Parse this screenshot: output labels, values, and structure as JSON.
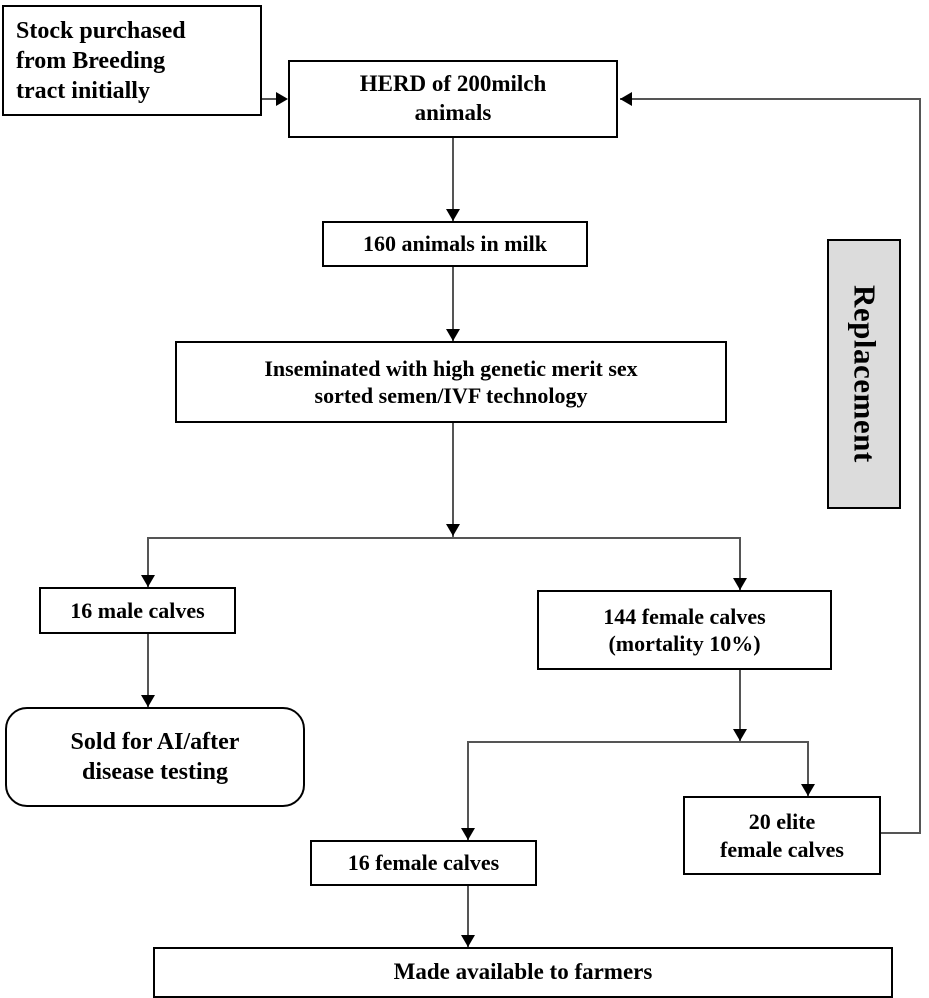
{
  "diagram": {
    "title": "Dairy herd breeding and calf distribution flowchart",
    "colors": {
      "box_border": "#000000",
      "box_fill": "#ffffff",
      "shaded_fill": "#dcdcdc",
      "connector": "#555555",
      "arrowhead": "#000000",
      "text": "#000000"
    },
    "nodes": [
      {
        "id": "stock-purchased",
        "label": "Stock purchased\nfrom Breeding\ntract initially",
        "shape": "rectangle",
        "fill": "#ffffff",
        "align": "left"
      },
      {
        "id": "herd",
        "label": "HERD of 200milch\nanimals",
        "shape": "rectangle",
        "fill": "#ffffff",
        "align": "center"
      },
      {
        "id": "animals-in-milk",
        "label": "160 animals in milk",
        "shape": "rectangle",
        "fill": "#ffffff",
        "align": "center"
      },
      {
        "id": "inseminated",
        "label": "Inseminated with high genetic merit sex\nsorted semen/IVF technology",
        "shape": "rectangle",
        "fill": "#ffffff",
        "align": "center"
      },
      {
        "id": "replacement",
        "label": "Replacement",
        "shape": "rectangle-vertical",
        "fill": "#dcdcdc",
        "align": "center"
      },
      {
        "id": "male-calves",
        "label": "16 male calves",
        "shape": "rectangle",
        "fill": "#ffffff",
        "align": "center"
      },
      {
        "id": "female-calves-144",
        "label": "144 female calves\n(mortality 10%)",
        "shape": "rectangle",
        "fill": "#ffffff",
        "align": "center"
      },
      {
        "id": "sold-for-ai",
        "label": "Sold for AI/after\ndisease testing",
        "shape": "rounded-rectangle",
        "fill": "#ffffff",
        "align": "center"
      },
      {
        "id": "elite-female-calves",
        "label": "20 elite\nfemale calves",
        "shape": "rectangle",
        "fill": "#ffffff",
        "align": "center"
      },
      {
        "id": "female-calves-16",
        "label": "16 female calves",
        "shape": "rectangle",
        "fill": "#ffffff",
        "align": "center"
      },
      {
        "id": "made-available",
        "label": "Made available to farmers",
        "shape": "rectangle",
        "fill": "#ffffff",
        "align": "center"
      }
    ],
    "edges": [
      {
        "id": "e1",
        "from": "stock-purchased",
        "to": "herd",
        "direction": "right",
        "label": ""
      },
      {
        "id": "e2",
        "from": "herd",
        "to": "animals-in-milk",
        "direction": "down",
        "label": ""
      },
      {
        "id": "e3",
        "from": "animals-in-milk",
        "to": "inseminated",
        "direction": "down",
        "label": ""
      },
      {
        "id": "e4",
        "from": "inseminated",
        "to": "split-1",
        "direction": "down",
        "label": ""
      },
      {
        "id": "e5",
        "from": "split-1",
        "to": "male-calves",
        "direction": "down",
        "label": ""
      },
      {
        "id": "e6",
        "from": "split-1",
        "to": "female-calves-144",
        "direction": "down",
        "label": ""
      },
      {
        "id": "e7",
        "from": "male-calves",
        "to": "sold-for-ai",
        "direction": "down",
        "label": ""
      },
      {
        "id": "e8",
        "from": "female-calves-144",
        "to": "split-2",
        "direction": "down",
        "label": ""
      },
      {
        "id": "e9",
        "from": "split-2",
        "to": "female-calves-16",
        "direction": "down",
        "label": ""
      },
      {
        "id": "e10",
        "from": "split-2",
        "to": "elite-female-calves",
        "direction": "down",
        "label": ""
      },
      {
        "id": "e11",
        "from": "female-calves-16",
        "to": "made-available",
        "direction": "down",
        "label": ""
      },
      {
        "id": "e12",
        "from": "elite-female-calves",
        "to": "herd",
        "direction": "left",
        "label": "Replacement"
      }
    ]
  }
}
